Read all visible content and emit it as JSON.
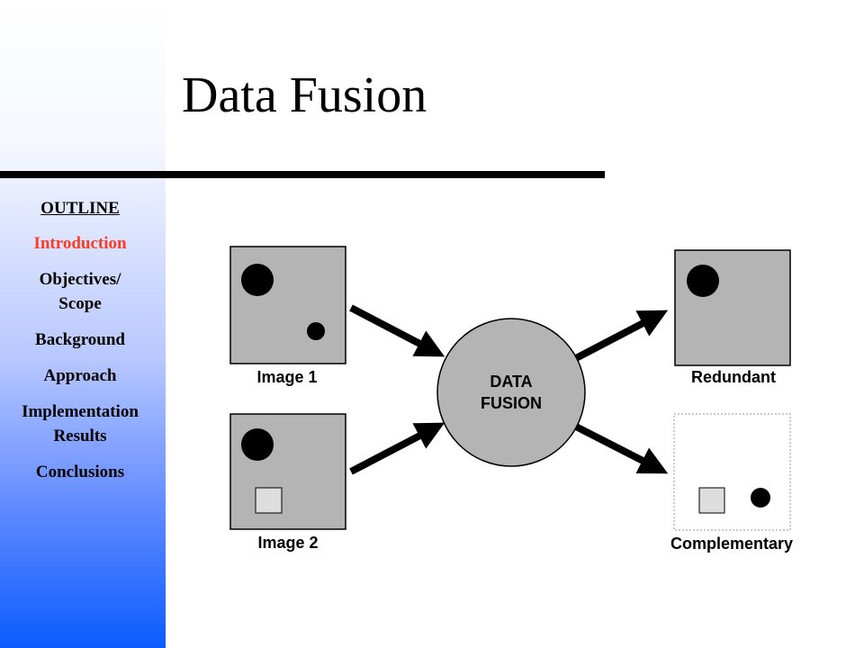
{
  "slide": {
    "title": "Data Fusion"
  },
  "sidebar": {
    "items": [
      {
        "label": "OUTLINE"
      },
      {
        "label": "Introduction"
      },
      {
        "label": "Objectives/\nScope"
      },
      {
        "label": "Background"
      },
      {
        "label": "Approach"
      },
      {
        "label": "Implementation\nResults"
      },
      {
        "label": "Conclusions"
      }
    ]
  },
  "diagram": {
    "inputs": [
      {
        "label": "Image 1"
      },
      {
        "label": "Image 2"
      }
    ],
    "center_label": [
      "DATA",
      "FUSION"
    ],
    "outputs": [
      {
        "label": "Redundant"
      },
      {
        "label": "Complementary"
      }
    ]
  },
  "colors": {
    "sidebar_top": "#ffffff",
    "sidebar_bottom": "#0b5cff",
    "active_nav": "#ff3b22",
    "panel_fill": "#b4b4b4",
    "circle_fill": "#b4b4b4"
  }
}
